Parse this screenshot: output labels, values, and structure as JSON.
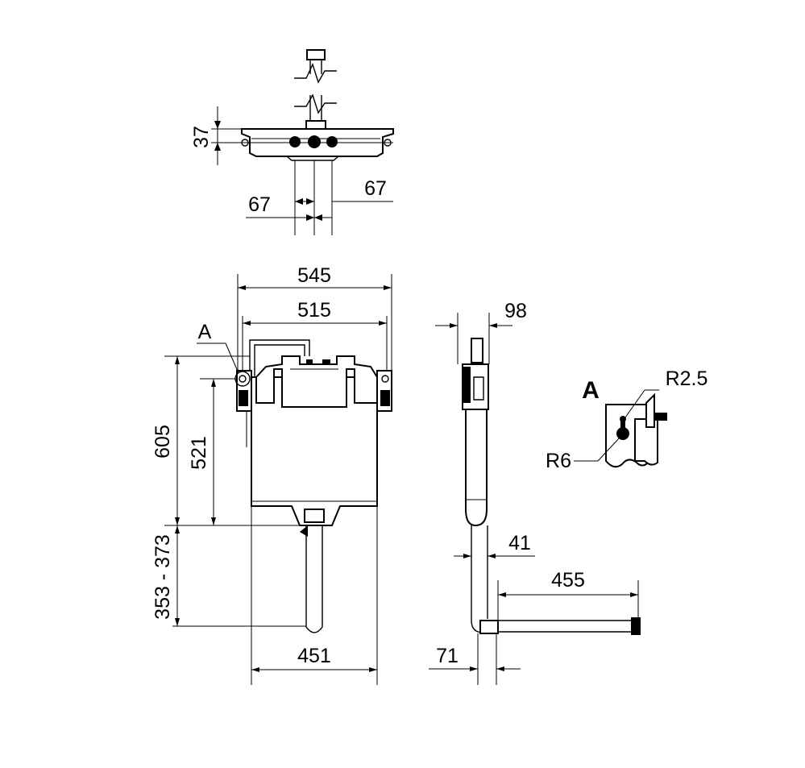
{
  "dimensions": {
    "top_height": "37",
    "top_left_offset": "67",
    "top_right_offset": "67",
    "overall_width": "545",
    "bracket_width": "515",
    "frame_height": "605",
    "fixing_height": "521",
    "pipe_height_range": "353 - 373",
    "tank_width": "451",
    "side_depth": "98",
    "pipe_depth": "41",
    "pipe_length": "455",
    "pipe_offset": "71"
  },
  "detail": {
    "label_main": "A",
    "label_detail": "A",
    "radius_small": "R2.5",
    "radius_large": "R6"
  }
}
